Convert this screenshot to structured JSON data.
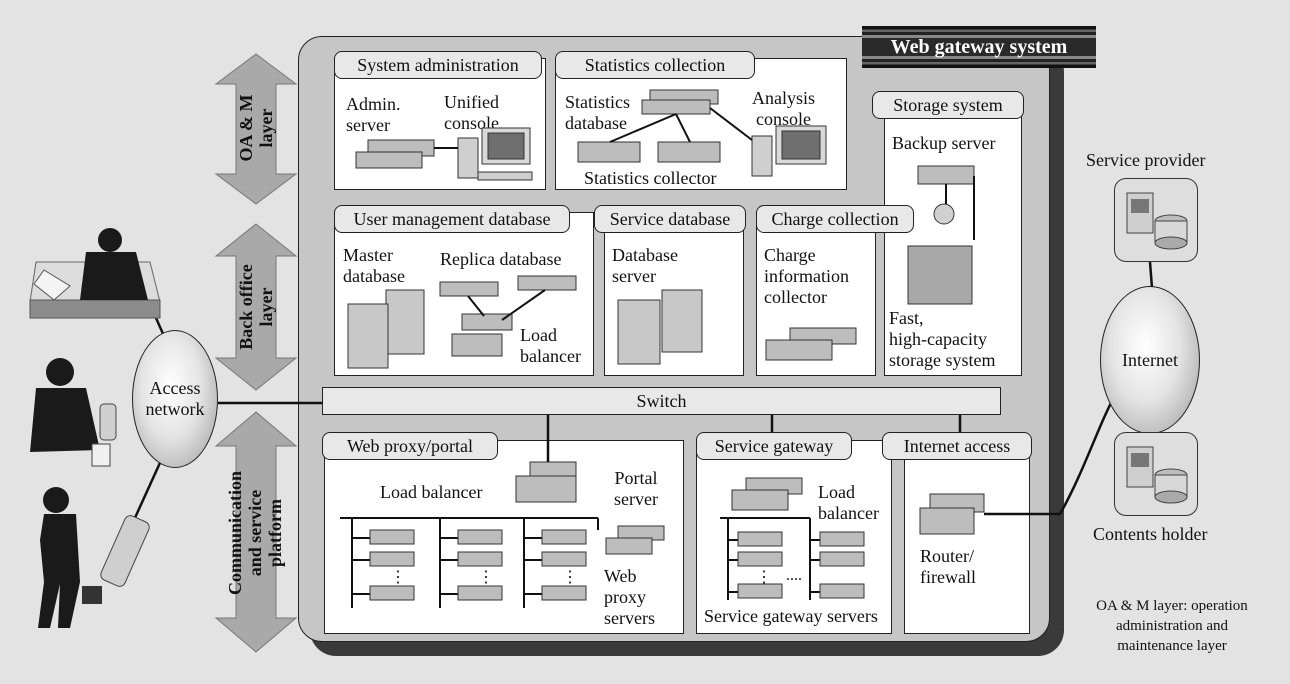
{
  "banner_title": "Web gateway system",
  "layers": {
    "oam": "OA & M\nlayer",
    "back_office": "Back office\nlayer",
    "communication": "Communication\nand service\nplatform"
  },
  "sections": {
    "system_admin": {
      "title": "System administration",
      "admin_server": "Admin.\nserver",
      "unified_console": "Unified\nconsole"
    },
    "statistics": {
      "title": "Statistics collection",
      "statistics_database": "Statistics\ndatabase",
      "analysis_console": "Analysis\nconsole",
      "statistics_collector": "Statistics collector"
    },
    "storage": {
      "title": "Storage system",
      "backup_server": "Backup server",
      "fast_storage": "Fast,\nhigh-capacity\nstorage system"
    },
    "user_mgmt": {
      "title": "User management database",
      "master_database": "Master\ndatabase",
      "replica_database": "Replica database",
      "load_balancer": "Load\nbalancer"
    },
    "service_db": {
      "title": "Service database",
      "database_server": "Database\nserver"
    },
    "charge": {
      "title": "Charge collection",
      "collector": "Charge\ninformation\ncollector"
    },
    "switch": "Switch",
    "web_proxy": {
      "title": "Web proxy/portal",
      "load_balancer": "Load balancer",
      "portal_server": "Portal\nserver",
      "web_proxy_servers": "Web\nproxy\nservers"
    },
    "service_gateway": {
      "title": "Service gateway",
      "load_balancer": "Load\nbalancer",
      "servers": "Service gateway servers"
    },
    "internet_access": {
      "title": "Internet access",
      "router": "Router/\nfirewall"
    }
  },
  "external": {
    "access_network": "Access\nnetwork",
    "internet": "Internet",
    "service_provider": "Service provider",
    "contents_holder": "Contents holder"
  },
  "footnote": "OA & M layer: operation\nadministration and\nmaintenance layer",
  "colors": {
    "background": "#e3e3e3",
    "panel": "#c6c6c6",
    "panel_shadow": "#3a3a3a",
    "tab": "#e8e8e8",
    "banner": "#2a2a2a"
  }
}
